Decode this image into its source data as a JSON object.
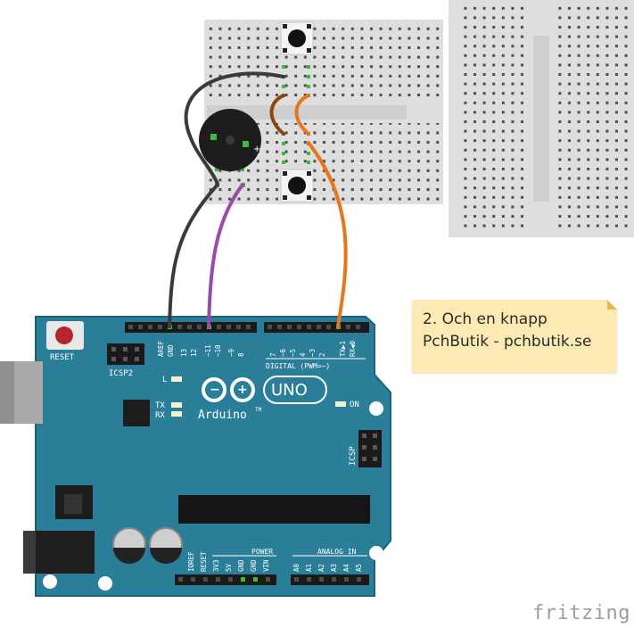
{
  "note": {
    "line1": "2. Och en knapp",
    "line2": "PchButik - pchbutik.se"
  },
  "watermark": "fritzing",
  "arduino": {
    "reset_label": "RESET",
    "icsp2_label": "ICSP2",
    "icsp_label": "ICSP",
    "logo_word": "Arduino",
    "tm": "TM",
    "uno_label": "UNO",
    "led_l": "L",
    "led_tx": "TX",
    "led_rx": "RX",
    "on_label": "ON",
    "digital_label": "DIGITAL (PWM=~)",
    "power_label": "POWER",
    "analog_label": "ANALOG IN",
    "digital_pins": [
      "AREF",
      "GND",
      "13",
      "12",
      "~11",
      "~10",
      "~9",
      "8",
      "7",
      "~6",
      "~5",
      "4",
      "~3",
      "2",
      "TX▶1",
      "RX◀0"
    ],
    "power_pins": [
      "IOREF",
      "RESET",
      "3V3",
      "5V",
      "GND",
      "GND",
      "VIN"
    ],
    "analog_pins": [
      "A0",
      "A1",
      "A2",
      "A3",
      "A4",
      "A5"
    ],
    "colors": {
      "board": "#2a7e98",
      "board_edge": "#1d6177"
    }
  },
  "wires": [
    {
      "name": "gnd",
      "color": "#3a3a3a",
      "from": "arduino GND",
      "to": "breadboard"
    },
    {
      "name": "pin11",
      "color": "#9a4aa8",
      "from": "arduino ~11",
      "to": "breadboard / buzzer"
    },
    {
      "name": "pin2",
      "color": "#e5761e",
      "from": "arduino 2",
      "to": "breadboard / button"
    },
    {
      "name": "buzzer-gnd",
      "color": "#3a3a3a",
      "from": "breadboard",
      "to": "breadboard"
    },
    {
      "name": "button-link",
      "color": "#8b4513",
      "from": "breadboard",
      "to": "breadboard"
    },
    {
      "name": "button-link-2",
      "color": "#e5761e",
      "from": "breadboard",
      "to": "breadboard"
    }
  ],
  "components": [
    "breadboard-mini",
    "breadboard-side",
    "buzzer",
    "pushbutton-top",
    "pushbutton-bottom",
    "arduino-uno"
  ]
}
